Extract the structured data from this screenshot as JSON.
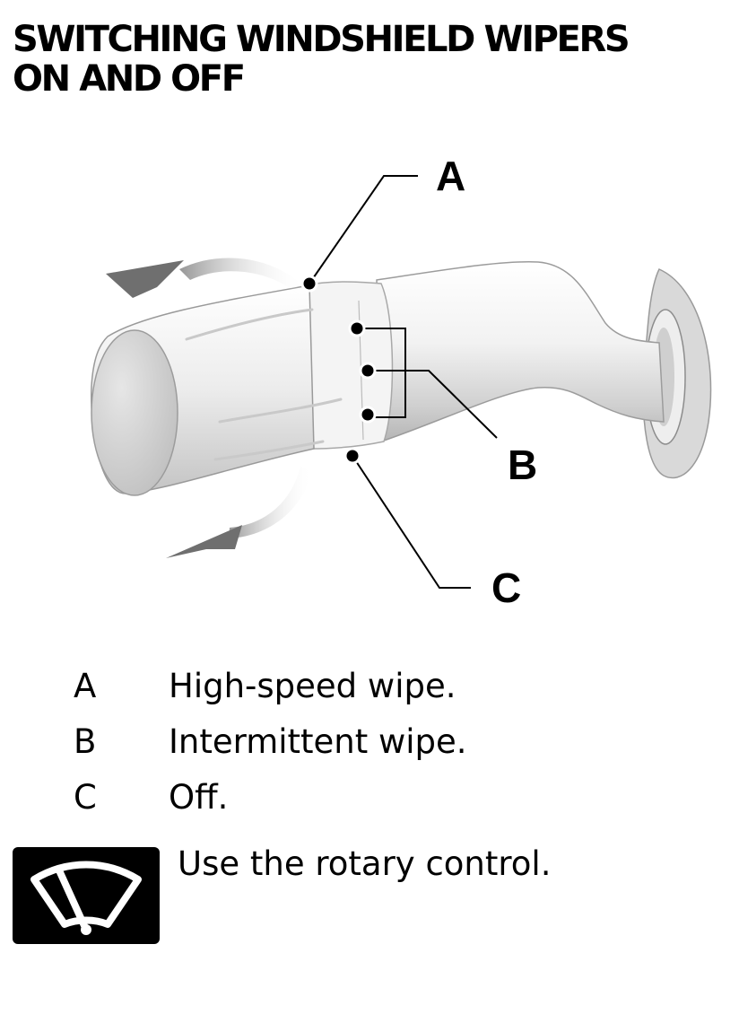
{
  "title": {
    "line1": "SWITCHING WINDSHIELD WIPERS",
    "line2": "ON AND OFF"
  },
  "figure": {
    "callouts": {
      "a": "A",
      "b": "B",
      "c": "C"
    }
  },
  "legend": [
    {
      "key": "A",
      "desc": "High-speed wipe."
    },
    {
      "key": "B",
      "desc": "Intermittent wipe."
    },
    {
      "key": "C",
      "desc": "Off."
    }
  ],
  "symbol": {
    "icon": "windshield-wiper-icon",
    "text": "Use the rotary control."
  }
}
